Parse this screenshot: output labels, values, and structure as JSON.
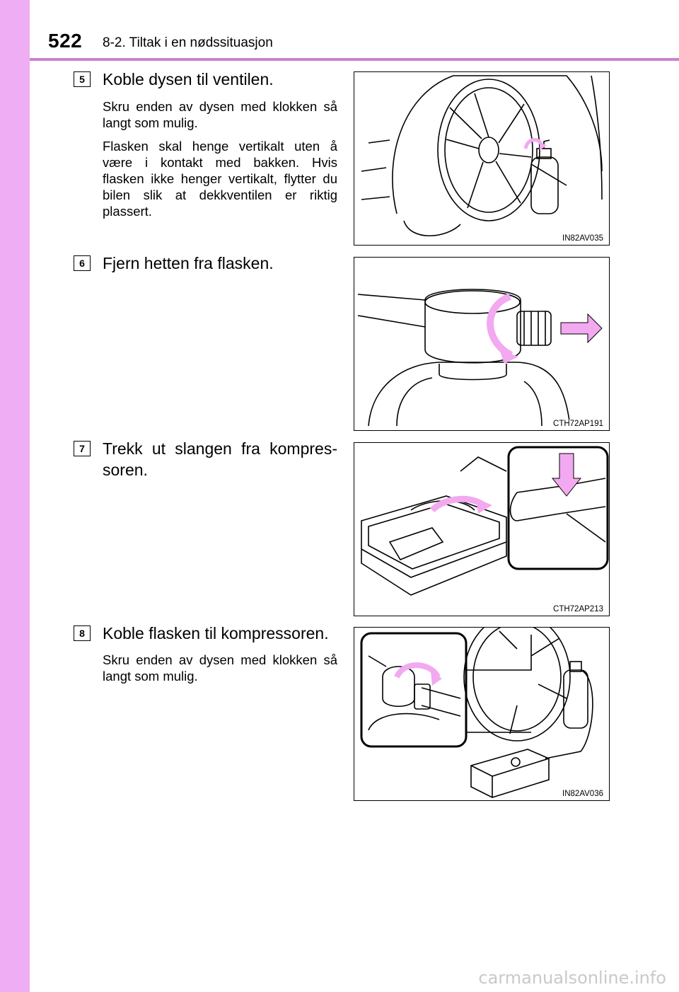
{
  "header": {
    "page_number": "522",
    "section_title": "8-2. Tiltak i en nødssituasjon"
  },
  "steps": [
    {
      "number": "5",
      "title": "Koble dysen til ventilen.",
      "paragraphs": [
        "Skru enden av dysen med klokken så langt som mulig.",
        "Flasken skal henge vertikalt uten å være i kontakt med bakken. Hvis flasken ikke henger vertikalt, flytter du bilen slik at dekkventilen er riktig plassert."
      ],
      "figure_code": "IN82AV035"
    },
    {
      "number": "6",
      "title": "Fjern hetten fra flasken.",
      "paragraphs": [],
      "figure_code": "CTH72AP191"
    },
    {
      "number": "7",
      "title_line1": "Trekk ut slangen fra kompres-",
      "title_line2": "soren.",
      "paragraphs": [],
      "figure_code": "CTH72AP213"
    },
    {
      "number": "8",
      "title": "Koble flasken til kompressoren.",
      "paragraphs": [
        "Skru enden av dysen med klokken så langt som mulig."
      ],
      "figure_code": "IN82AV036"
    }
  ],
  "footer": {
    "watermark": "carmanualsonline.info"
  },
  "colors": {
    "sidebar": "#efaef4",
    "rule": "#c982cf",
    "arrow": "#f2a9f0"
  }
}
